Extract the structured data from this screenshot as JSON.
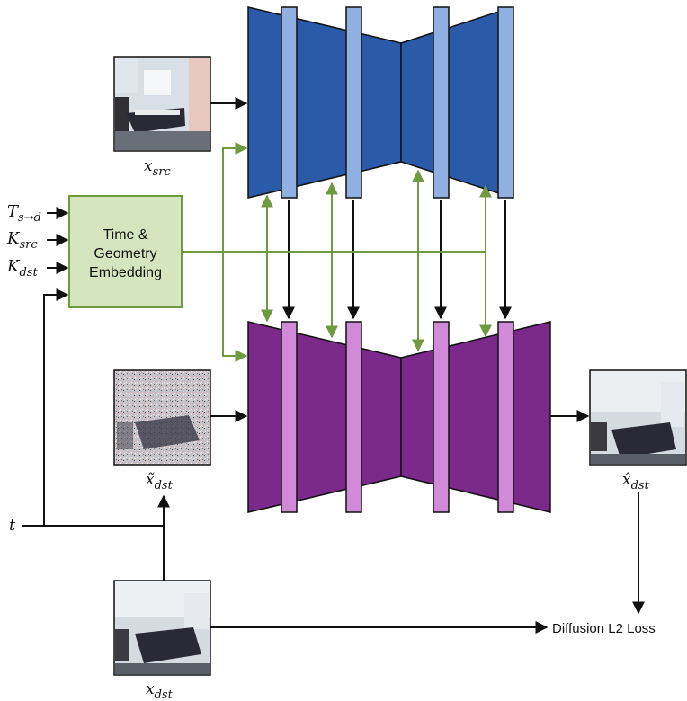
{
  "colors": {
    "source_unet": "#2a5aa8",
    "source_block": "#8fb0e0",
    "target_unet": "#7b2a8c",
    "target_block": "#d08ad8",
    "embedding_box": "#d5e6be",
    "embedding_border": "#6f9a40",
    "conditioning_arrow": "#6f9a40"
  },
  "inputs": {
    "transform": {
      "base": "T",
      "sub": "s→d"
    },
    "k_src": {
      "base": "K",
      "sub": "src"
    },
    "k_dst": {
      "base": "K",
      "sub": "dst"
    },
    "time": {
      "base": "t"
    }
  },
  "embedding": {
    "lines": [
      "Time &",
      "Geometry",
      "Embedding"
    ]
  },
  "images": {
    "src": {
      "base": "x",
      "sub": "src"
    },
    "noisy": {
      "base": "x̃",
      "sub": "dst"
    },
    "pred": {
      "base": "x̂",
      "sub": "dst"
    },
    "gt": {
      "base": "x",
      "sub": "dst"
    }
  },
  "loss_label": "Diffusion L2 Loss"
}
